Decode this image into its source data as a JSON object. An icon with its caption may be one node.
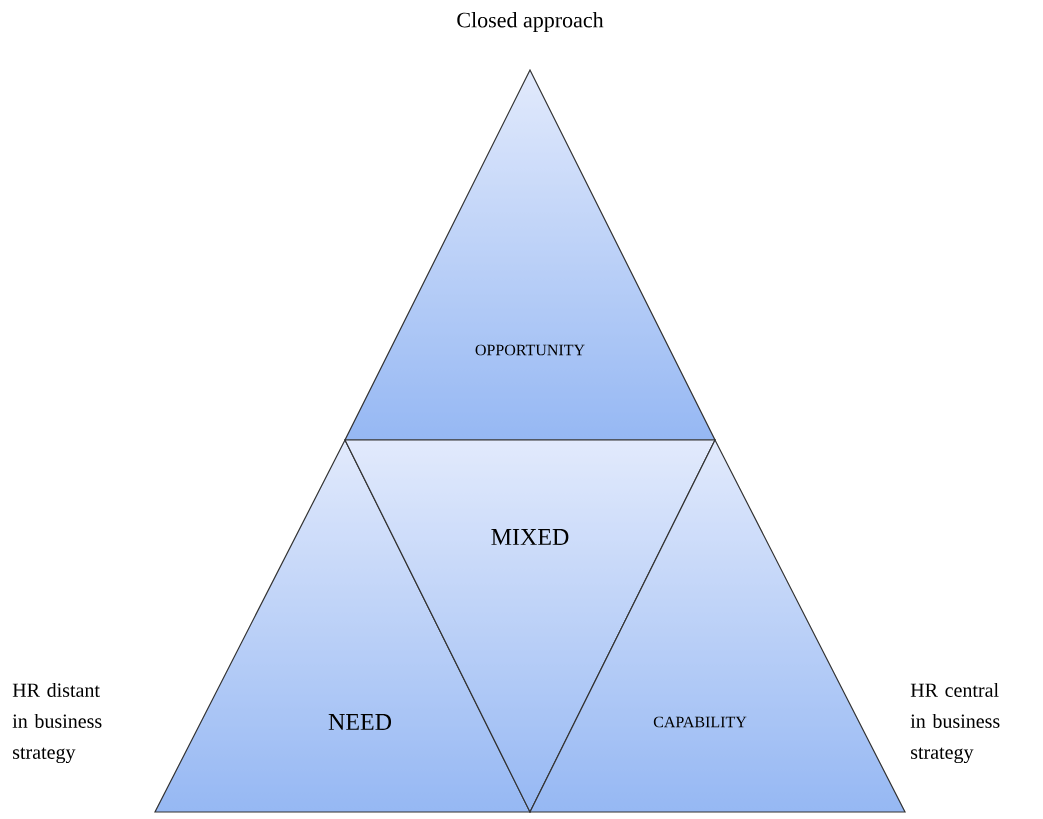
{
  "diagram": {
    "nodes": [
      {
        "text": [
          "OPPORTUNITY"
        ]
      },
      {
        "text": [
          "NEED"
        ]
      },
      {
        "text": [
          "MIXED"
        ]
      },
      {
        "text": [
          "CAPABILITY"
        ]
      }
    ],
    "labels": [
      "Closed approach",
      "HR distant in business strategy",
      "HR central in business strategy"
    ]
  }
}
